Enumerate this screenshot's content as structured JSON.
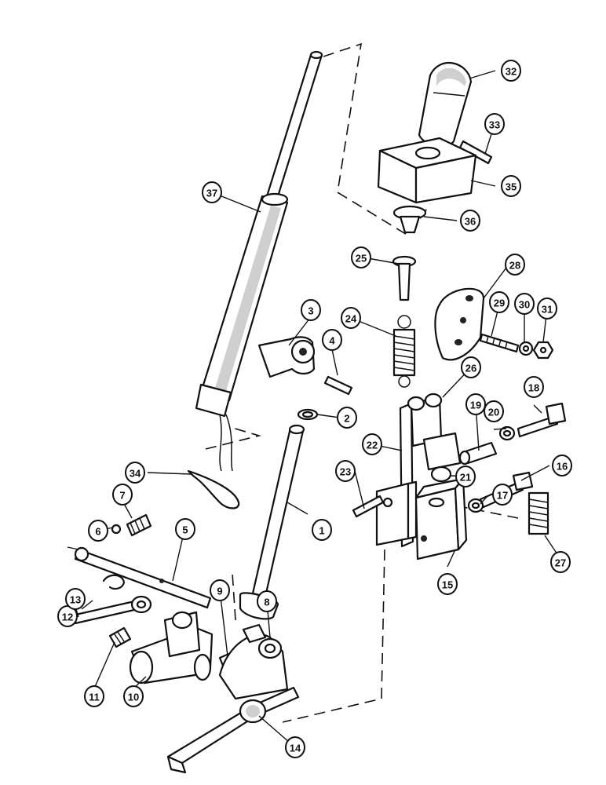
{
  "callouts": [
    {
      "id": "1",
      "label": "1"
    },
    {
      "id": "2",
      "label": "2"
    },
    {
      "id": "3",
      "label": "3"
    },
    {
      "id": "4",
      "label": "4"
    },
    {
      "id": "5",
      "label": "5"
    },
    {
      "id": "6",
      "label": "6"
    },
    {
      "id": "7",
      "label": "7"
    },
    {
      "id": "8",
      "label": "8"
    },
    {
      "id": "9",
      "label": "9"
    },
    {
      "id": "10",
      "label": "10"
    },
    {
      "id": "11",
      "label": "11"
    },
    {
      "id": "12",
      "label": "12"
    },
    {
      "id": "13",
      "label": "13"
    },
    {
      "id": "14",
      "label": "14"
    },
    {
      "id": "15",
      "label": "15"
    },
    {
      "id": "16",
      "label": "16"
    },
    {
      "id": "17",
      "label": "17"
    },
    {
      "id": "18",
      "label": "18"
    },
    {
      "id": "19",
      "label": "19"
    },
    {
      "id": "20",
      "label": "20"
    },
    {
      "id": "21",
      "label": "21"
    },
    {
      "id": "22",
      "label": "22"
    },
    {
      "id": "23",
      "label": "23"
    },
    {
      "id": "24",
      "label": "24"
    },
    {
      "id": "25",
      "label": "25"
    },
    {
      "id": "26",
      "label": "26"
    },
    {
      "id": "27",
      "label": "27"
    },
    {
      "id": "28",
      "label": "28"
    },
    {
      "id": "29",
      "label": "29"
    },
    {
      "id": "30",
      "label": "30"
    },
    {
      "id": "31",
      "label": "31"
    },
    {
      "id": "32",
      "label": "32"
    },
    {
      "id": "33",
      "label": "33"
    },
    {
      "id": "34",
      "label": "34"
    },
    {
      "id": "35",
      "label": "35"
    },
    {
      "id": "36",
      "label": "36"
    },
    {
      "id": "37",
      "label": "37"
    }
  ]
}
